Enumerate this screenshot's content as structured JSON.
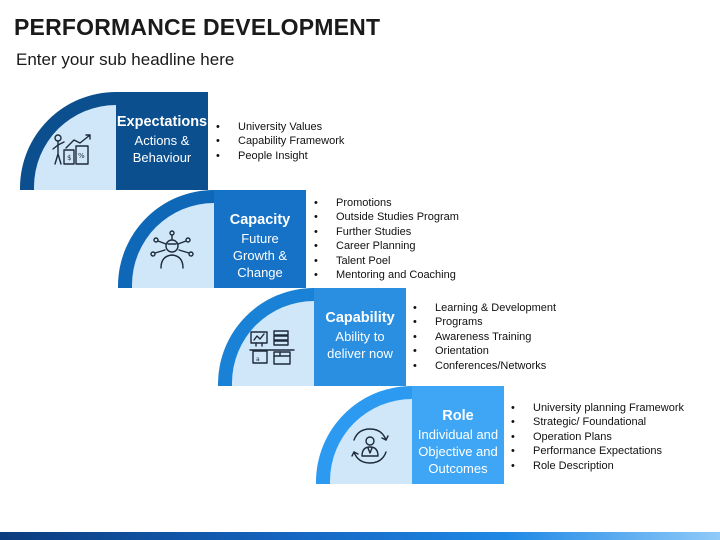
{
  "header": {
    "title": "PERFORMANCE DEVELOPMENT",
    "subtitle": "Enter your sub headline here"
  },
  "steps": [
    {
      "title": "Expectations",
      "subtitle": "Actions & Behaviour",
      "icon": "growth-chart-person-icon",
      "color_dark": "#0b4f8e",
      "color_panel": "#0b4f8e",
      "bullets": [
        "University Values",
        "Capability Framework",
        "People Insight"
      ]
    },
    {
      "title": "Capacity",
      "subtitle": "Future Growth & Change",
      "icon": "network-person-icon",
      "color_dark": "#0f67b8",
      "color_panel": "#1572c6",
      "bullets": [
        "Promotions",
        "Outside Studies Program",
        "Further Studies",
        "Career Planning",
        "Talent Poel",
        "Mentoring and Coaching"
      ]
    },
    {
      "title": "Capability",
      "subtitle": "Ability to deliver now",
      "icon": "workspace-boxes-icon",
      "color_dark": "#1a82d6",
      "color_panel": "#2a8fe0",
      "bullets": [
        "Learning & Development",
        "Programs",
        "Awareness Training",
        "Orientation",
        "Conferences/Networks"
      ]
    },
    {
      "title": "Role",
      "subtitle": "Individual and Objective and Outcomes",
      "icon": "cycle-person-icon",
      "color_dark": "#2b9af0",
      "color_panel": "#3ea6f5",
      "bullets": [
        "University planning Framework",
        "Strategic/ Foundational",
        "Operation Plans",
        "Performance Expectations",
        "Role Description"
      ]
    }
  ]
}
